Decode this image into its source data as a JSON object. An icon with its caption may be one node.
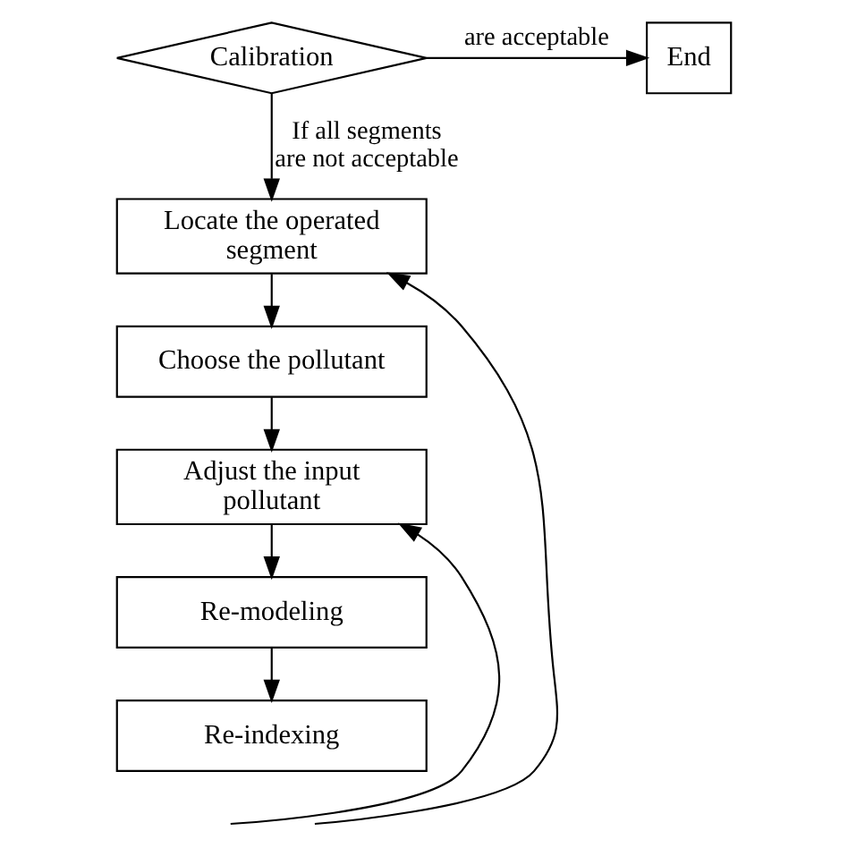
{
  "diagram": {
    "nodes": [
      {
        "text": [
          "Calibration"
        ]
      },
      {
        "text": [
          "End"
        ]
      },
      {
        "text": [
          "Locate the operated segment"
        ]
      },
      {
        "text": [
          "Choose the pollutant"
        ]
      },
      {
        "text": [
          "Adjust the input pollutant"
        ]
      },
      {
        "text": [
          "Re-modeling"
        ]
      },
      {
        "text": [
          "Re-indexing"
        ]
      }
    ],
    "edges": [
      {
        "from": 0,
        "to": 1,
        "arrow": "to",
        "label": "are acceptable"
      },
      {
        "from": 0,
        "to": 2,
        "arrow": "to",
        "label": "If all segments are not acceptable"
      },
      {
        "from": 2,
        "to": 3,
        "arrow": "to"
      },
      {
        "from": 3,
        "to": 4,
        "arrow": "to"
      },
      {
        "from": 4,
        "to": 5,
        "arrow": "to"
      },
      {
        "from": 5,
        "to": 6,
        "arrow": "to"
      },
      {
        "from": null,
        "to": 4,
        "arrow": "to"
      },
      {
        "from": null,
        "to": 2,
        "arrow": "to"
      }
    ]
  }
}
